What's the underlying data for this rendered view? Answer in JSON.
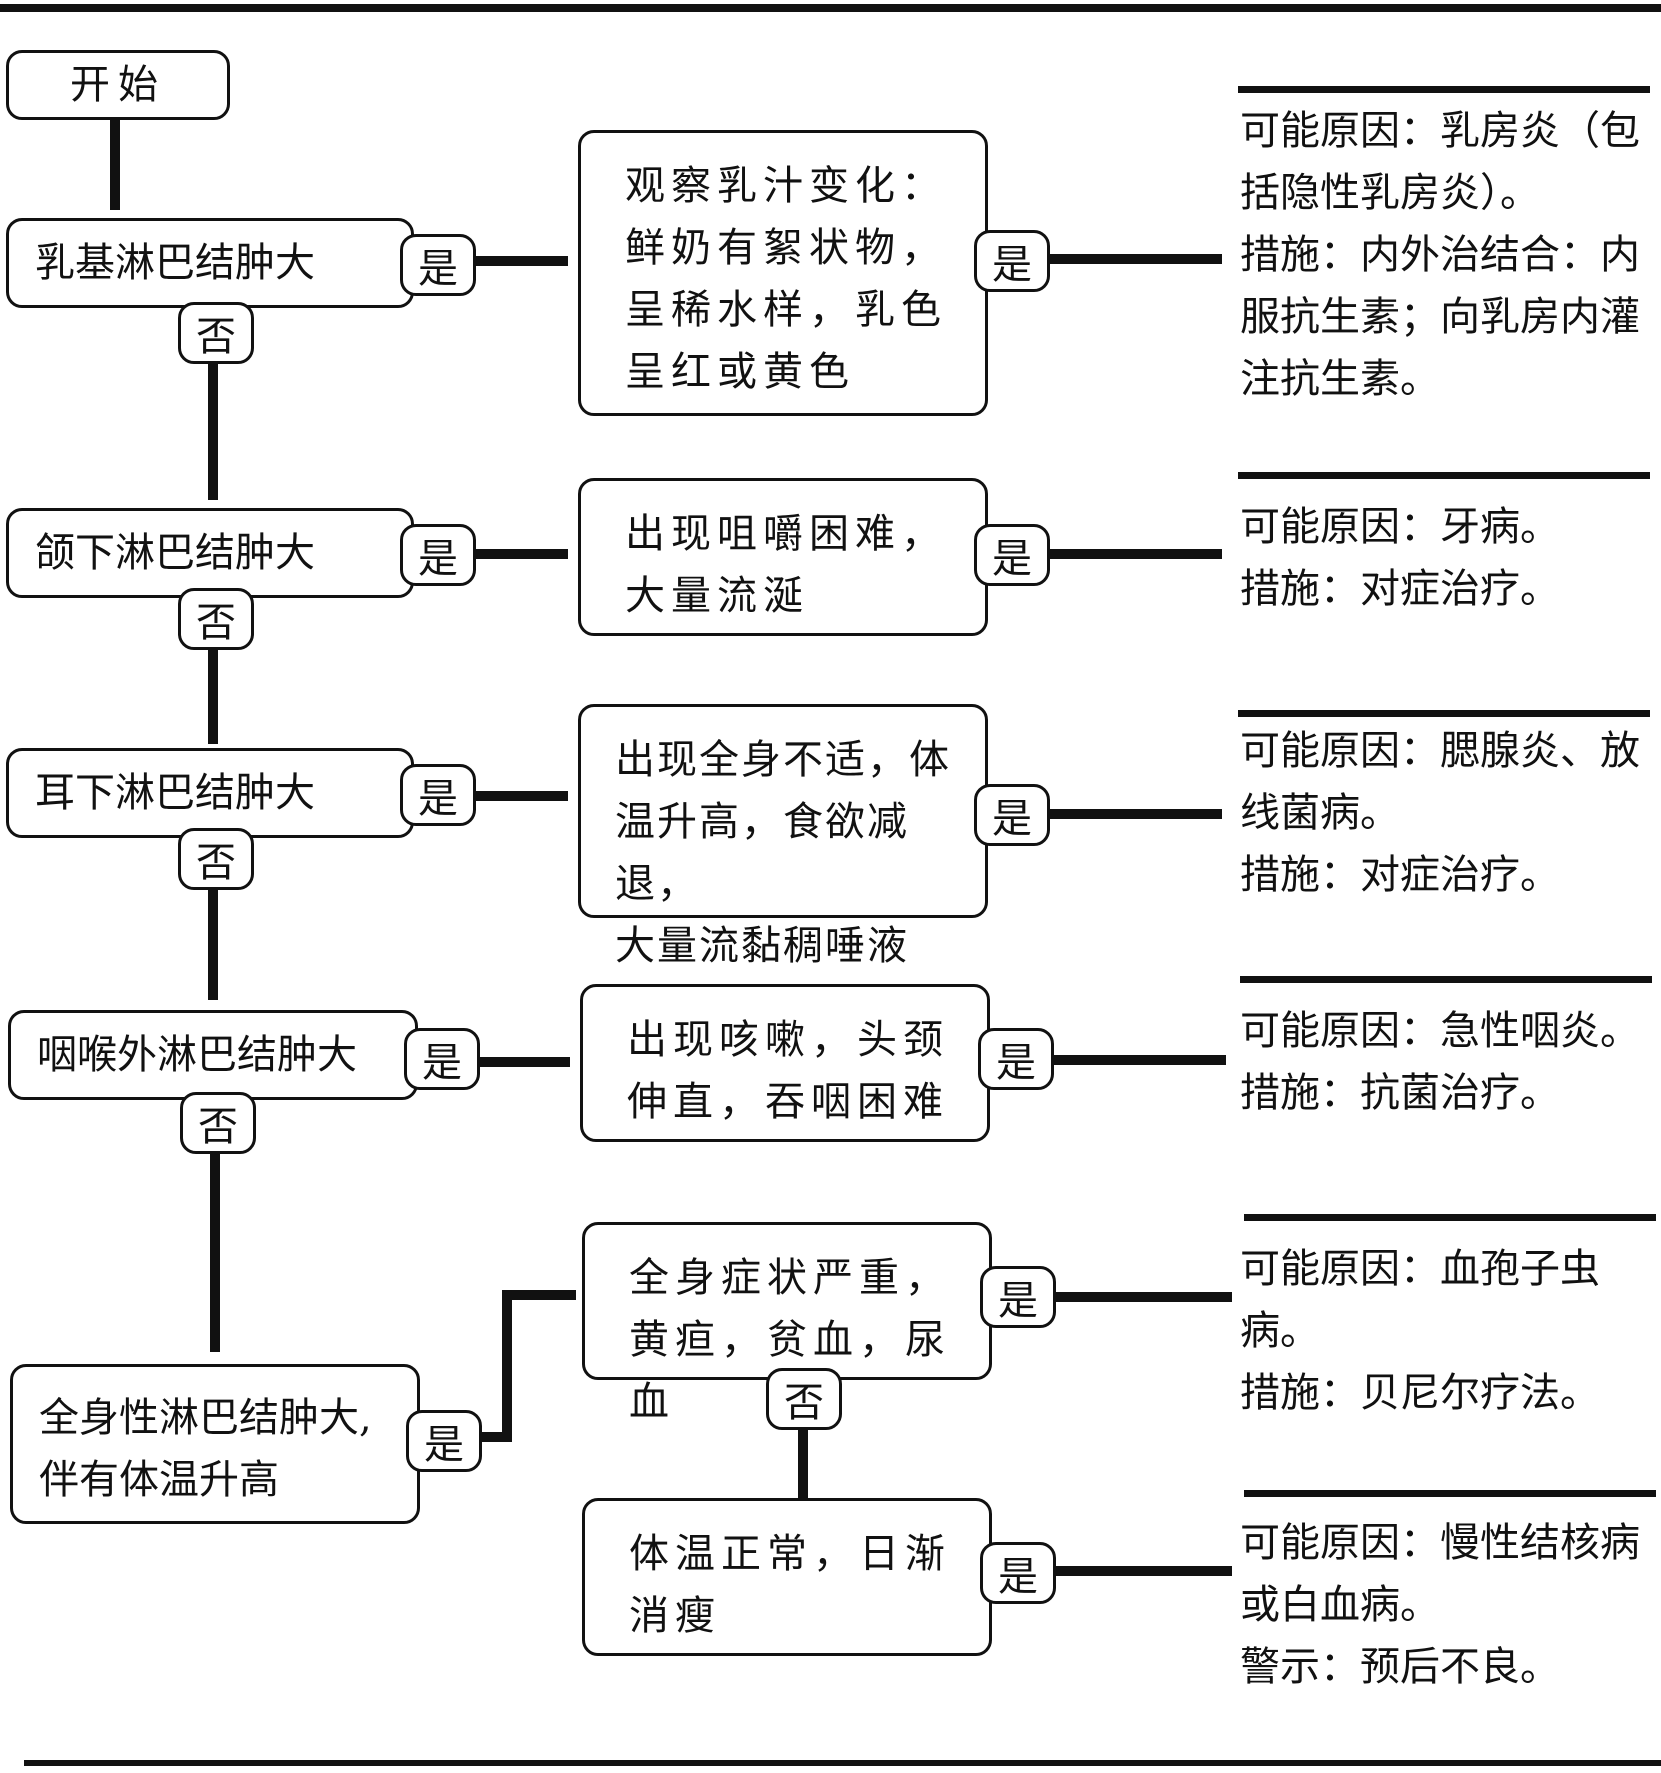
{
  "start": "开始",
  "badges": {
    "yes": "是",
    "no": "否"
  },
  "steps": [
    {
      "node": "乳基淋巴结肿大",
      "symptoms": [
        "观察乳汁变化：",
        "鲜奶有絮状物，",
        "呈稀水样，乳色",
        "呈红或黄色"
      ],
      "result": [
        "可能原因：乳房炎（包括隐性乳房炎）。",
        "措施：内外治结合：内服抗生素；向乳房内灌注抗生素。"
      ]
    },
    {
      "node": "颌下淋巴结肿大",
      "symptoms": [
        "出现咀嚼困难，",
        "大量流涎"
      ],
      "result": [
        "可能原因：牙病。",
        "措施：对症治疗。"
      ]
    },
    {
      "node": "耳下淋巴结肿大",
      "symptoms": [
        "出现全身不适，体",
        "温升高，食欲减退，",
        "大量流黏稠唾液"
      ],
      "result": [
        "可能原因：腮腺炎、放线菌病。",
        "措施：对症治疗。"
      ]
    },
    {
      "node": "咽喉外淋巴结肿大",
      "symptoms": [
        "出现咳嗽，头颈",
        "伸直，吞咽困难"
      ],
      "result": [
        "可能原因：急性咽炎。",
        "措施：抗菌治疗。"
      ]
    }
  ],
  "final": {
    "node": [
      "全身性淋巴结肿大,",
      "伴有体温升高"
    ],
    "branch_yes": {
      "symptoms": [
        "全身症状严重，",
        "黄疸，贫血，尿血"
      ],
      "result": [
        "可能原因：血孢子虫病。",
        "措施：贝尼尔疗法。"
      ]
    },
    "branch_no": {
      "symptoms": [
        "体温正常，日渐",
        "消瘦"
      ],
      "result": [
        "可能原因：慢性结核病或白血病。",
        "警示：预后不良。"
      ]
    }
  }
}
